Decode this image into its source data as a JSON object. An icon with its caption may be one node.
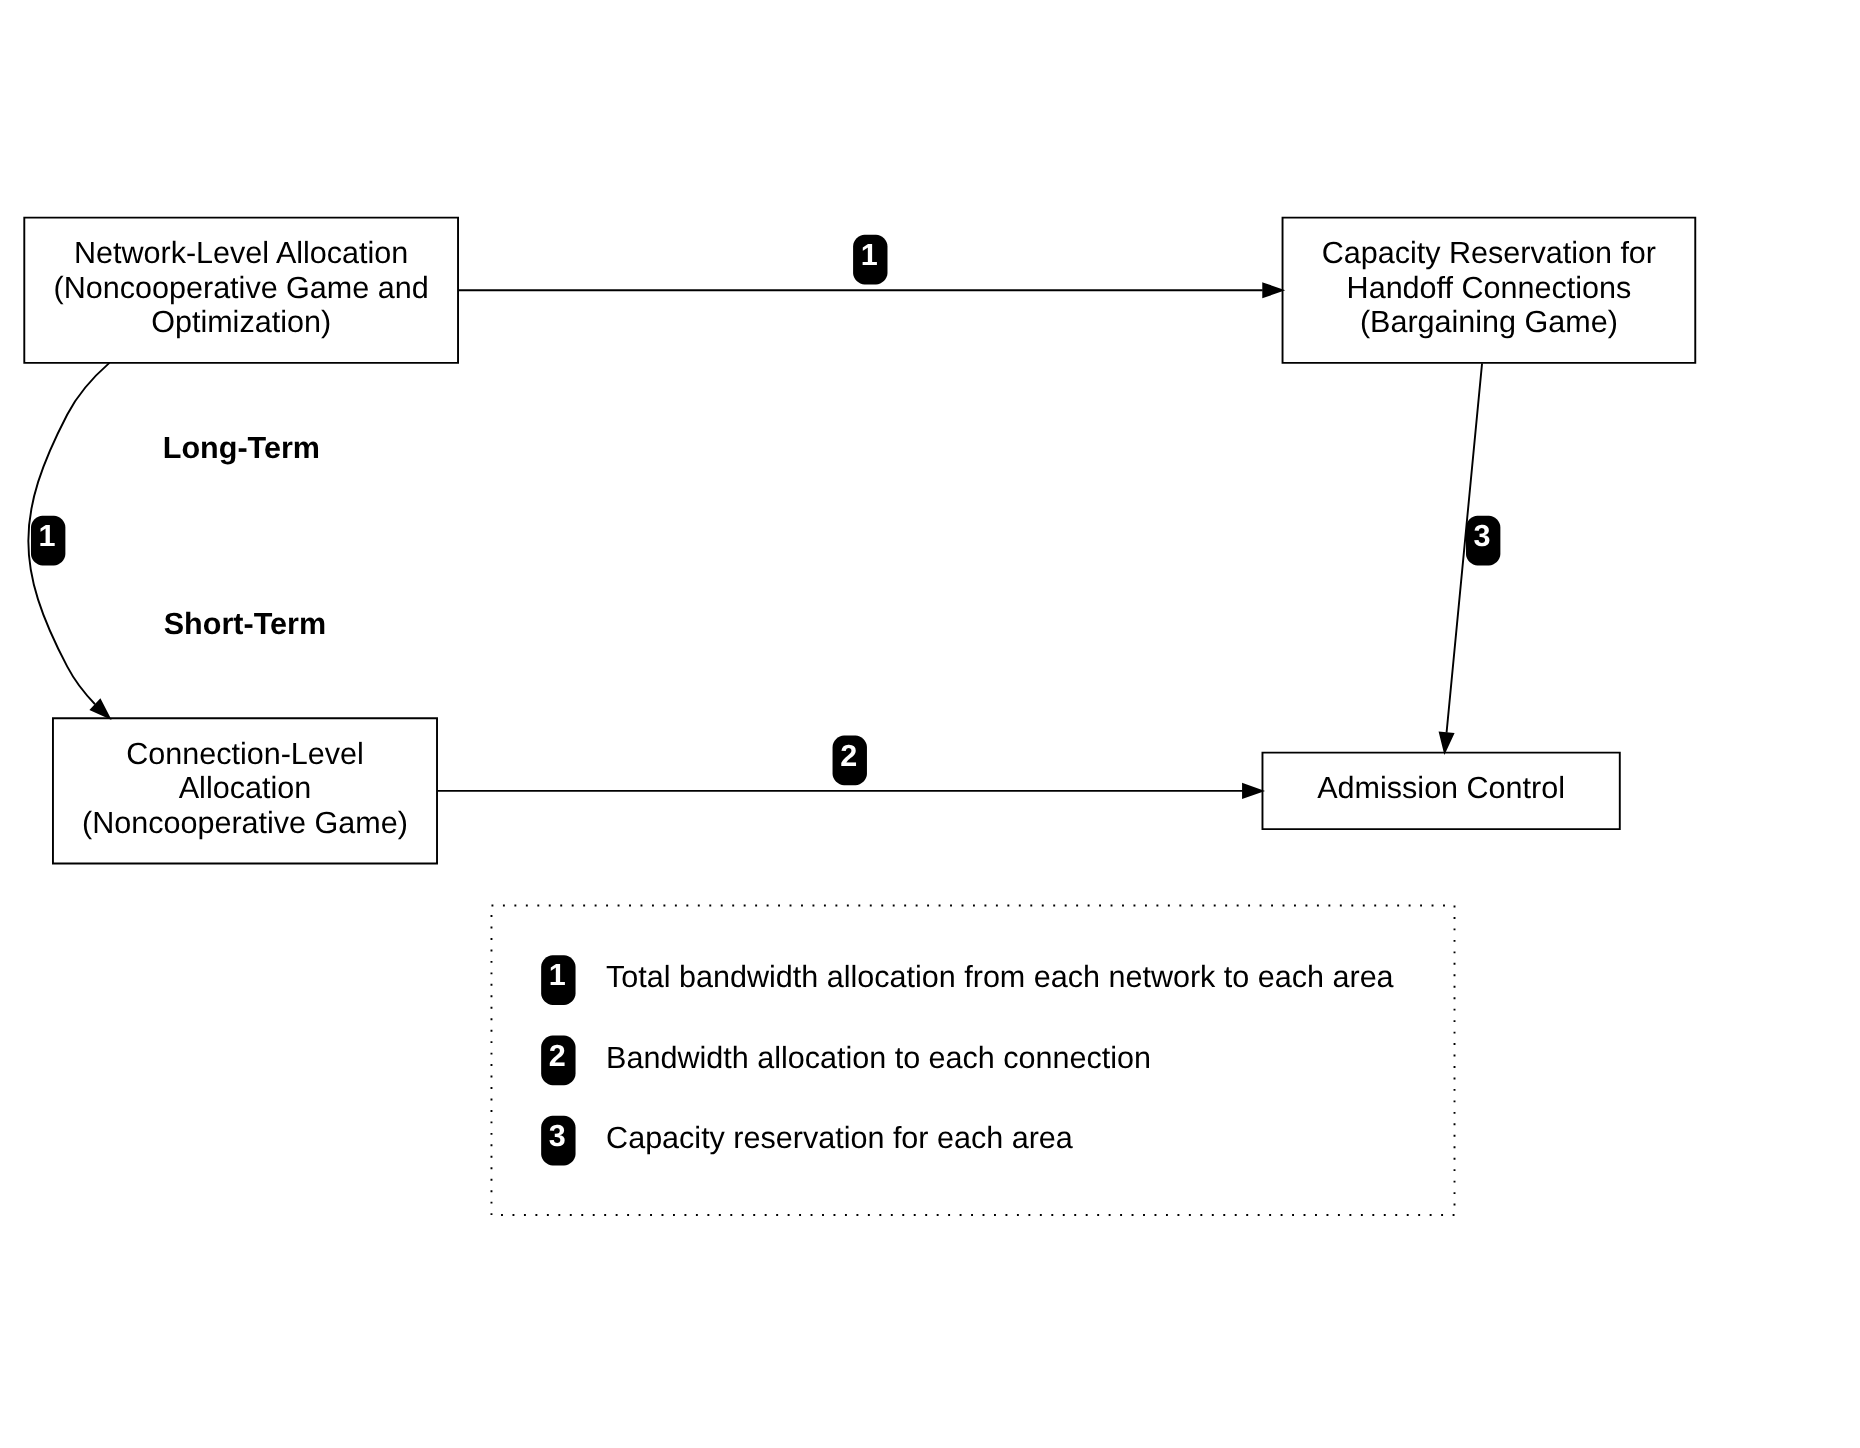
{
  "diagram": {
    "nodes": [
      {
        "text": [
          "Network-Level Allocation (Noncooperative Game and Optimization)"
        ]
      },
      {
        "text": [
          "Capacity Reservation for Handoff Connections (Bargaining Game)"
        ]
      },
      {
        "text": [
          "Connection-Level Allocation (Noncooperative Game)"
        ]
      },
      {
        "text": [
          "Admission Control"
        ]
      },
      {
        "text": [],
        "shape": "box"
      }
    ],
    "edges": [
      {
        "from": 0,
        "to": 1,
        "arrow": "to",
        "label": "1"
      },
      {
        "from": 0,
        "to": 2,
        "arrow": "to",
        "label": "1"
      },
      {
        "from": 1,
        "to": 3,
        "arrow": "to",
        "label": "3"
      },
      {
        "from": 2,
        "to": 3,
        "arrow": "to",
        "label": "2"
      }
    ],
    "labels": [
      "Long-Term",
      "Short-Term",
      "1",
      "2",
      "3"
    ],
    "legend": [
      {
        "text": "Total bandwidth allocation from each network to each area"
      },
      {
        "text": "Bandwidth allocation to each connection"
      },
      {
        "text": "Capacity reservation for each area"
      }
    ]
  }
}
